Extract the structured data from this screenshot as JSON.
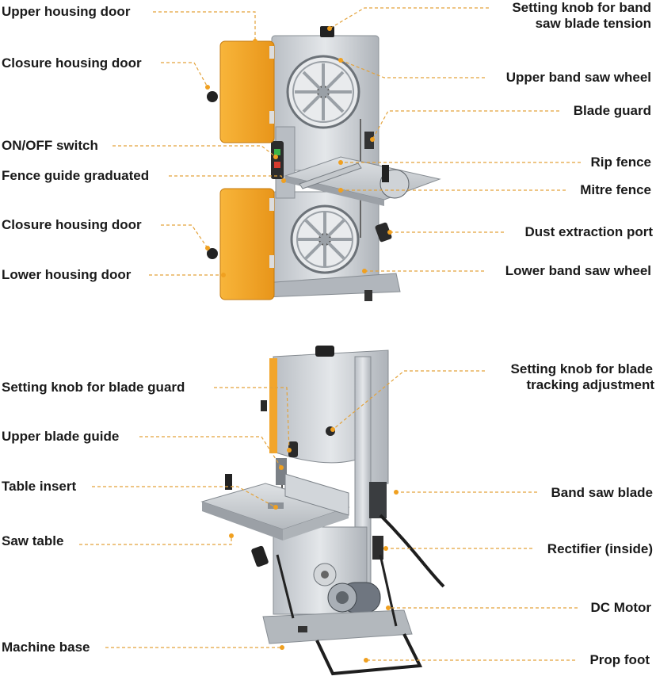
{
  "diagram_1": {
    "labels": {
      "upper_housing_door": "Upper housing door",
      "closure_housing_door_1": "Closure housing door",
      "on_off_switch": "ON/OFF switch",
      "fence_guide_graduated": "Fence guide graduated",
      "closure_housing_door_2": "Closure housing door",
      "lower_housing_door": "Lower housing door",
      "tension_knob_line1": "Setting knob for band",
      "tension_knob_line2": "saw blade tension",
      "upper_band_saw_wheel": "Upper band saw wheel",
      "blade_guard": "Blade guard",
      "rip_fence": "Rip fence",
      "mitre_fence": "Mitre fence",
      "dust_extraction_port": "Dust extraction port",
      "lower_band_saw_wheel": "Lower band saw wheel"
    }
  },
  "diagram_2": {
    "labels": {
      "blade_guard_knob": "Setting knob for blade guard",
      "upper_blade_guide": "Upper blade guide",
      "table_insert": "Table insert",
      "saw_table": "Saw table",
      "machine_base": "Machine base",
      "tracking_knob_line1": "Setting knob for blade",
      "tracking_knob_line2": "tracking adjustment",
      "band_saw_blade": "Band saw blade",
      "rectifier": "Rectifier (inside)",
      "dc_motor": "DC Motor",
      "prop_foot": "Prop foot"
    }
  },
  "colors": {
    "door_orange": "#f5a623",
    "body_silver": "#c9cdd2",
    "leader_line": "#e3a23a"
  }
}
